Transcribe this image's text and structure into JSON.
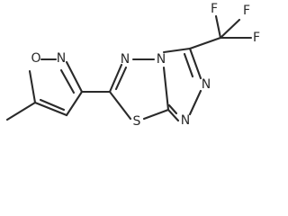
{
  "molecule": {
    "atoms": {
      "o_isoxazole": "O",
      "n_isoxazole": "N",
      "n_thiadiazole_top": "N",
      "n_bridge": "N",
      "n_triazole_right_1": "N",
      "n_triazole_right_2": "N",
      "s_thiadiazole": "S",
      "f_top_left": "F",
      "f_top_right": "F",
      "f_right": "F"
    }
  },
  "colors": {
    "bond": "#2a2a2a",
    "label": "#2a2a2a",
    "background": "#ffffff"
  }
}
